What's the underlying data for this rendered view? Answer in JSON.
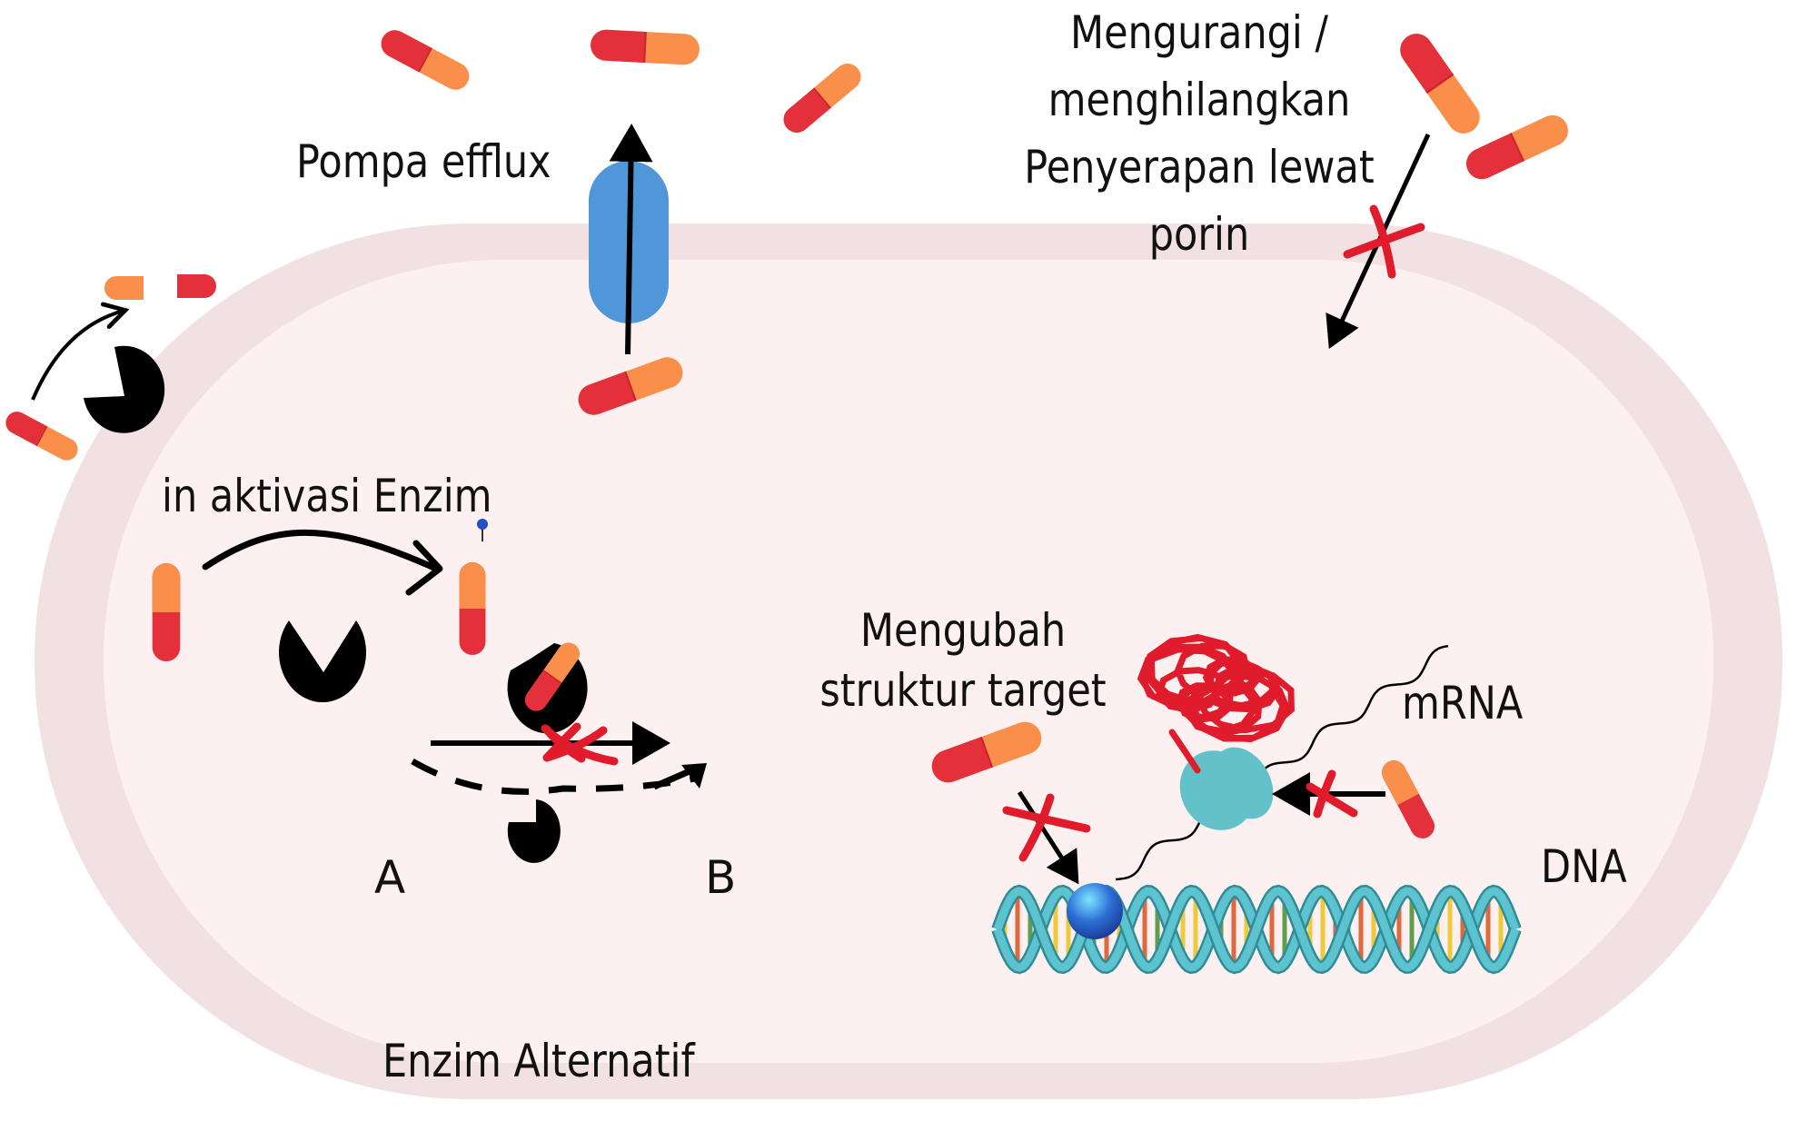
{
  "title": "Mekanisme resistensi antibiotik pada bakteri",
  "colors": {
    "membrane": "#f2e1e2",
    "cytoplasm": "#fdf0f0",
    "capsule_red": "#e3303a",
    "capsule_orange": "#f98f4b",
    "pump_blue": "#4f97d8",
    "ribosome_teal": "#63c1c9",
    "cross_red": "#e01b2b",
    "enzyme_black": "#000000",
    "dna_teal": "#4fb6c3",
    "protein_blue": "#2c6fd6"
  },
  "labels": {
    "efflux": "Pompa efflux",
    "porin_line1": "Mengurangi /",
    "porin_line2": "menghilangkan",
    "porin_line3": "Penyerapan lewat",
    "porin_line4": "porin",
    "inactivation": "in aktivasi Enzim",
    "target_line1": "Mengubah",
    "target_line2": "struktur target",
    "mrna": "mRNA",
    "dna": "DNA",
    "pathway_a": "A",
    "pathway_b": "B",
    "alt_enzyme": "Enzim Alternatif"
  },
  "icons": {
    "capsule": "antibiotic-capsule-icon",
    "enzyme": "pacman-enzyme-icon",
    "pump": "efflux-pump-icon",
    "cross": "blocked-cross-icon",
    "ribosome": "ribosome-icon",
    "dna": "dna-helix-icon",
    "protein": "misfolded-protein-icon"
  }
}
